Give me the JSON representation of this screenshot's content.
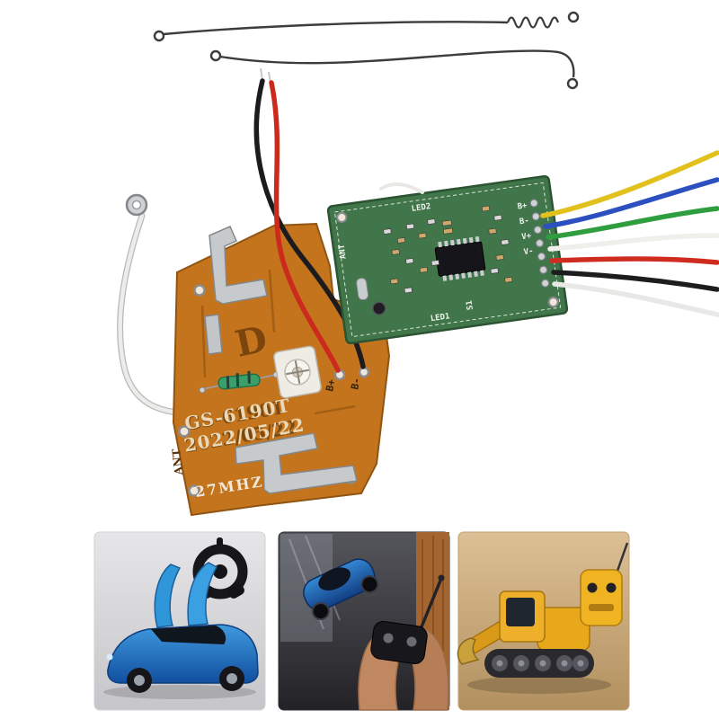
{
  "scene": {
    "background": "#ffffff",
    "colors": {
      "transmitter_board": "#c4741c",
      "receiver_board": "#41754a",
      "battery_wire_red": "#cd2a1e",
      "battery_wire_black": "#1c1c1e",
      "antenna_wire": "#3c3c3e",
      "white_wire": "#ececea"
    },
    "transmitter": {
      "model": "GS-6190T",
      "date": "2022/05/22",
      "frequency": "27MHZ",
      "antenna_label": "ANT",
      "battery_plus_label": "B+",
      "battery_minus_label": "B-",
      "molded_letter": "D"
    },
    "receiver": {
      "labels": {
        "led2": "LED2",
        "ant": "ANT",
        "b_plus": "B+",
        "b_minus": "B-",
        "v_plus": "V+",
        "v_minus": "V-",
        "led1": "LED1",
        "s1": "S1"
      },
      "wire_colors": [
        "#e2c11c",
        "#2c50c0",
        "#2f9e3f",
        "#f0efec",
        "#cf2c20",
        "#1d1d1f",
        "#e8e8e6"
      ]
    }
  }
}
